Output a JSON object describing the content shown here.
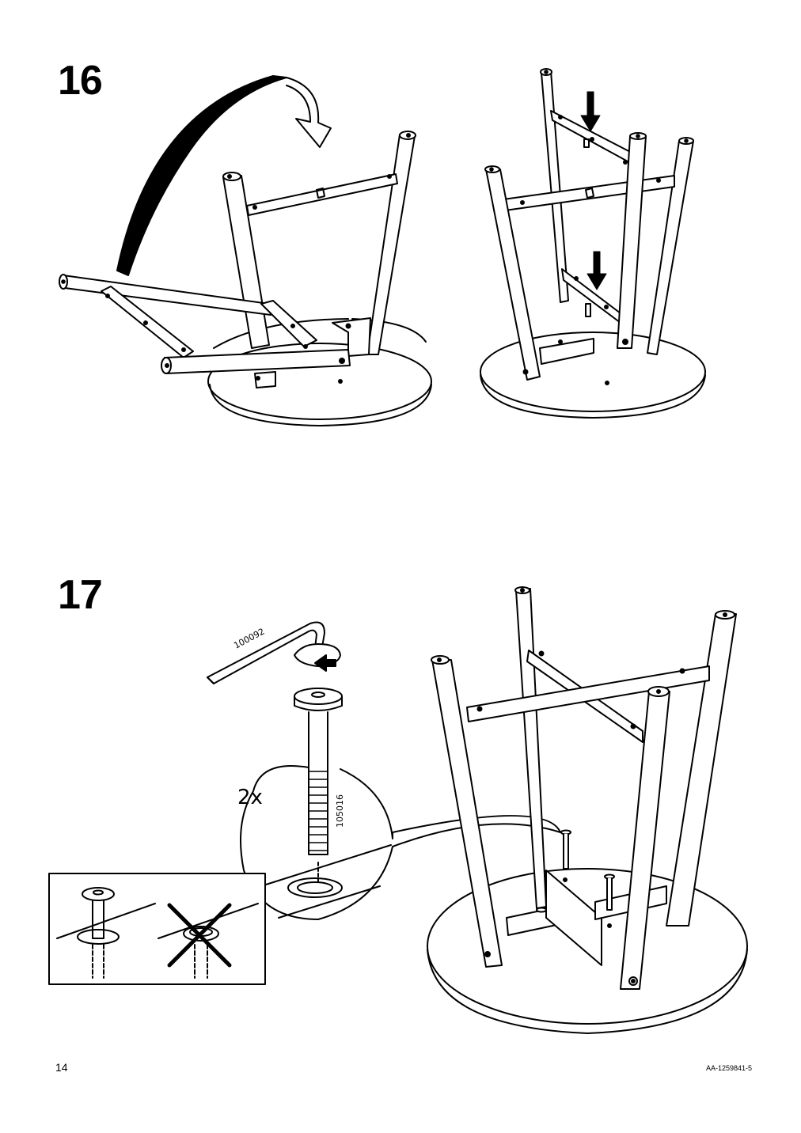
{
  "steps": [
    {
      "number": "16"
    },
    {
      "number": "17"
    }
  ],
  "step17": {
    "tool_code": "100092",
    "bolt_code": "105016",
    "quantity": "2x"
  },
  "icons": {
    "rotate_arrow": "curved-flip-arrow-icon",
    "push_arrow": "down-arrow-icon",
    "turn_arrow": "clockwise-turn-icon",
    "wrong": "cross-icon"
  },
  "footer": {
    "page_number": "14",
    "document_code": "AA-1259841-5"
  }
}
